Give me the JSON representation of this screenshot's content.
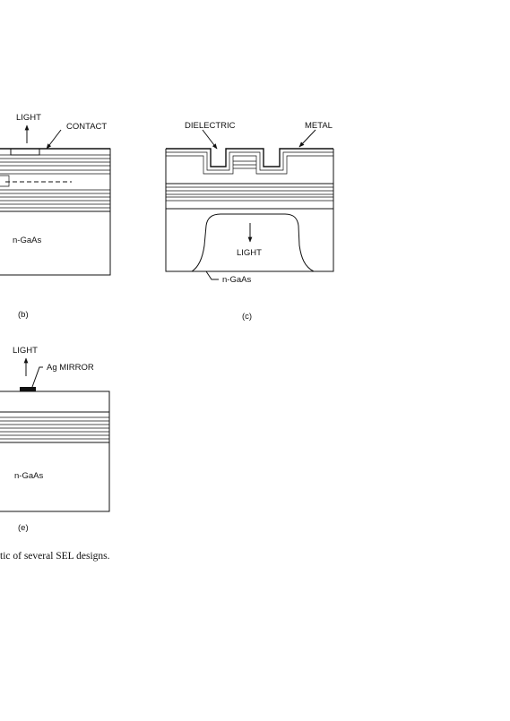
{
  "panel_b": {
    "light_label": "LIGHT",
    "contact_label": "CONTACT",
    "substrate_label": "n-GaAs",
    "panel_label": "(b)"
  },
  "panel_c": {
    "dielectric_label": "DIELECTRIC",
    "metal_label": "METAL",
    "light_label": "LIGHT",
    "substrate_label": "n-GaAs",
    "panel_label": "(c)"
  },
  "panel_e": {
    "light_label": "LIGHT",
    "mirror_label": "Ag MIRROR",
    "substrate_label": "n-GaAs",
    "panel_label": "(e)"
  },
  "caption": "tic of several SEL designs."
}
